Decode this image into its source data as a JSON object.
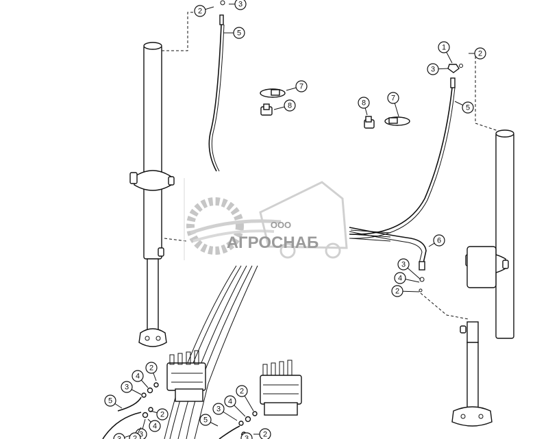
{
  "watermark": {
    "company_prefix": "ООО",
    "company_name": "АГРОСНАБ"
  },
  "callouts": [
    "2",
    "3",
    "5",
    "7",
    "8",
    "8",
    "7",
    "1",
    "2",
    "3",
    "5",
    "6",
    "3",
    "4",
    "2",
    "2",
    "4",
    "3",
    "5",
    "2",
    "3",
    "4",
    "2",
    "5",
    "3",
    "4",
    "2",
    "3",
    "2",
    "3"
  ]
}
